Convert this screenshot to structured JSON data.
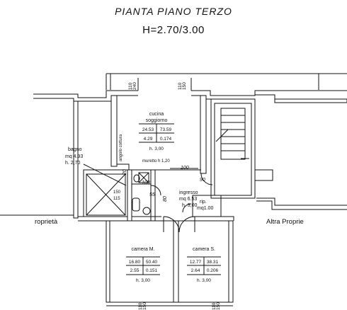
{
  "header": {
    "title": "PIANTA PIANO TERZO",
    "subtitle": "H=2.70/3.00"
  },
  "wall_dims": {
    "top_left_a": "110",
    "top_left_b": "240",
    "top_right_a": "110",
    "top_right_b": "150",
    "bottom_a": "110",
    "bottom_b": "150",
    "bottom_c": "110",
    "bottom_d": "150"
  },
  "rooms": {
    "cucina": {
      "name1": "cucina",
      "name2": "soggiorno",
      "r1c1": "24.53",
      "r1c2": "73.59",
      "r2c1": "4.29",
      "r2c2": "0.174",
      "height": "h. 3,00",
      "side_note": "angolo cottura"
    },
    "bagno": {
      "name": "bagno",
      "area": "mq 4.93",
      "height": "h. 2,70"
    },
    "ingresso": {
      "name": "ingresso",
      "area": "mq 6.53",
      "height": "h. 3,00"
    },
    "rip": {
      "name": "rip.",
      "area": "mq1.00"
    },
    "camera_m": {
      "name": "camera M.",
      "r1c1": "16.80",
      "r1c2": "50.40",
      "r2c1": "2.55",
      "r2c2": "0.151",
      "height": "h. 3,00"
    },
    "camera_s": {
      "name": "camera S.",
      "r1c1": "12.77",
      "r1c2": "38.31",
      "r2c1": "2.64",
      "r2c2": "0.206",
      "height": "h. 3,00"
    }
  },
  "notes": {
    "muretto": "muretto h 1,20",
    "dim_100_top": "100",
    "dim_20": "20",
    "dim_100_box": "100",
    "dim_55": "55",
    "dim_80": "80",
    "dim_90": "90",
    "dim_150": "150",
    "dim_115": "115"
  },
  "neighbors": {
    "left": "roprietà",
    "right": "Altra Proprie"
  }
}
